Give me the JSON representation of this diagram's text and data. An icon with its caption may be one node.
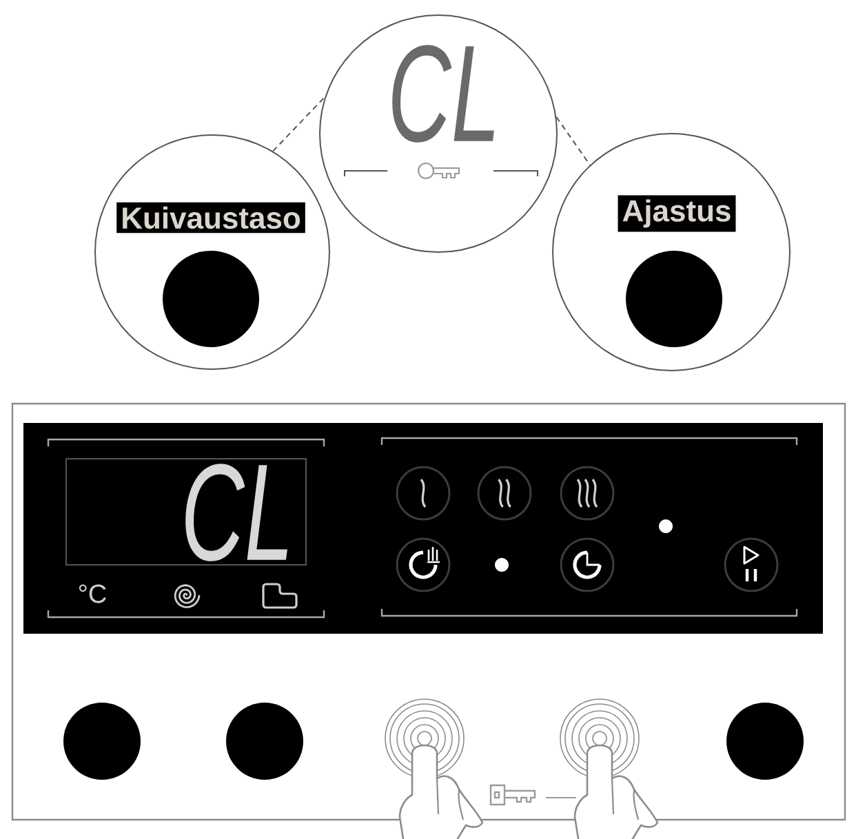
{
  "diagram": {
    "nodes": [
      {
        "text": [
          "Kuivaustaso"
        ]
      },
      {
        "text": [
          "CL"
        ]
      },
      {
        "text": [
          "Ajastus"
        ]
      }
    ],
    "edges": [
      {
        "from": 0,
        "to": 1,
        "arrow": "none",
        "style": "dashed"
      },
      {
        "from": 1,
        "to": 2,
        "arrow": "none",
        "style": "dashed"
      }
    ],
    "labels": [
      "CL",
      "°C"
    ]
  }
}
